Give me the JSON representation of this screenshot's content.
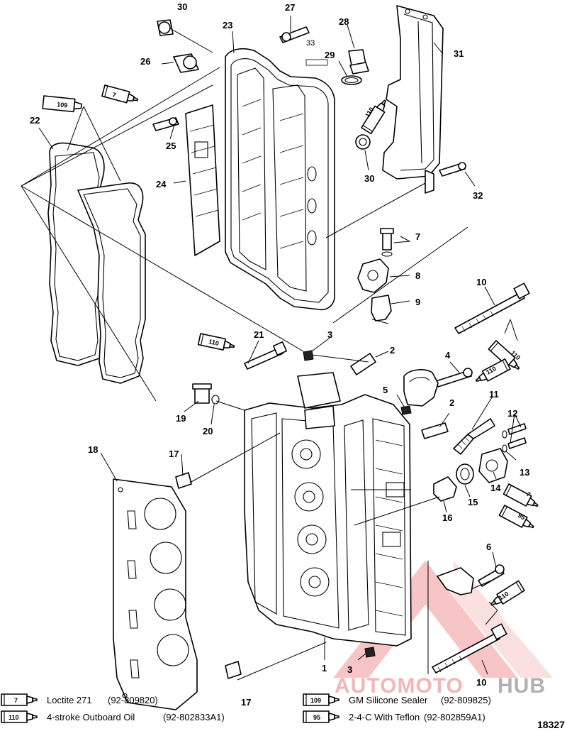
{
  "figure_id": "18327",
  "callouts": {
    "c1": "1",
    "c2": "2",
    "c3": "3",
    "c4": "4",
    "c5": "5",
    "c6": "6",
    "c7": "7",
    "c8": "8",
    "c9": "9",
    "c10": "10",
    "c11": "11",
    "c12": "12",
    "c13": "13",
    "c14": "14",
    "c15": "15",
    "c16": "16",
    "c17": "17",
    "c18": "18",
    "c19": "19",
    "c20": "20",
    "c21": "21",
    "c22": "22",
    "c23": "23",
    "c24": "24",
    "c25": "25",
    "c26": "26",
    "c27": "27",
    "c28": "28",
    "c29": "29",
    "c30": "30",
    "c31": "31",
    "c32": "32",
    "c33": "33"
  },
  "tube_labels": {
    "t7": "7",
    "t95": "95",
    "t109": "109",
    "t110": "110"
  },
  "legend": [
    {
      "code": "7",
      "name": "Loctite 271",
      "part_no": "(92-809820)"
    },
    {
      "code": "110",
      "name": "4-stroke Outboard Oil",
      "part_no": "(92-802833A1)"
    },
    {
      "code": "109",
      "name": "GM Silicone Sealer",
      "part_no": "(92-809825)"
    },
    {
      "code": "95",
      "name": "2-4-C With Teflon",
      "part_no": "(92-802859A1)"
    }
  ],
  "watermark": {
    "part1": "AUTOMOTO",
    "part2": "HUB",
    "color_main": "#f2b6b6",
    "color_light": "#f5cccc",
    "color_dark": "#b0b0b0"
  }
}
